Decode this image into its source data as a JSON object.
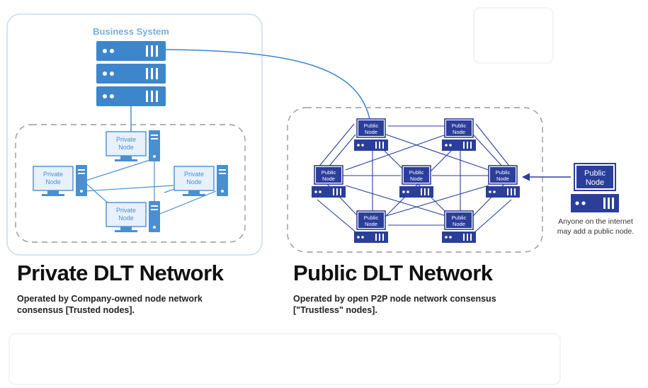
{
  "business_system": {
    "label": "Business System"
  },
  "private_network": {
    "title": "Private DLT Network",
    "description_line1": "Operated by Company-owned node network",
    "description_line2": "consensus [Trusted nodes].",
    "node_label_line1": "Private",
    "node_label_line2": "Node"
  },
  "public_network": {
    "title": "Public DLT Network",
    "description_line1": "Operated by open P2P node network consensus",
    "description_line2": "[\"Trustless\" nodes].",
    "node_label_line1": "Public",
    "node_label_line2": "Node"
  },
  "external_node": {
    "label_line1": "Public",
    "label_line2": "Node",
    "caption_line1": "Anyone on the internet",
    "caption_line2": "may add a public node."
  },
  "colors": {
    "private_blue": "#4a8fd0",
    "private_light": "#e7f1fb",
    "public_navy": "#2b3e9a",
    "business_blue": "#3d86cc",
    "dashed_border": "#8c8c8c"
  }
}
